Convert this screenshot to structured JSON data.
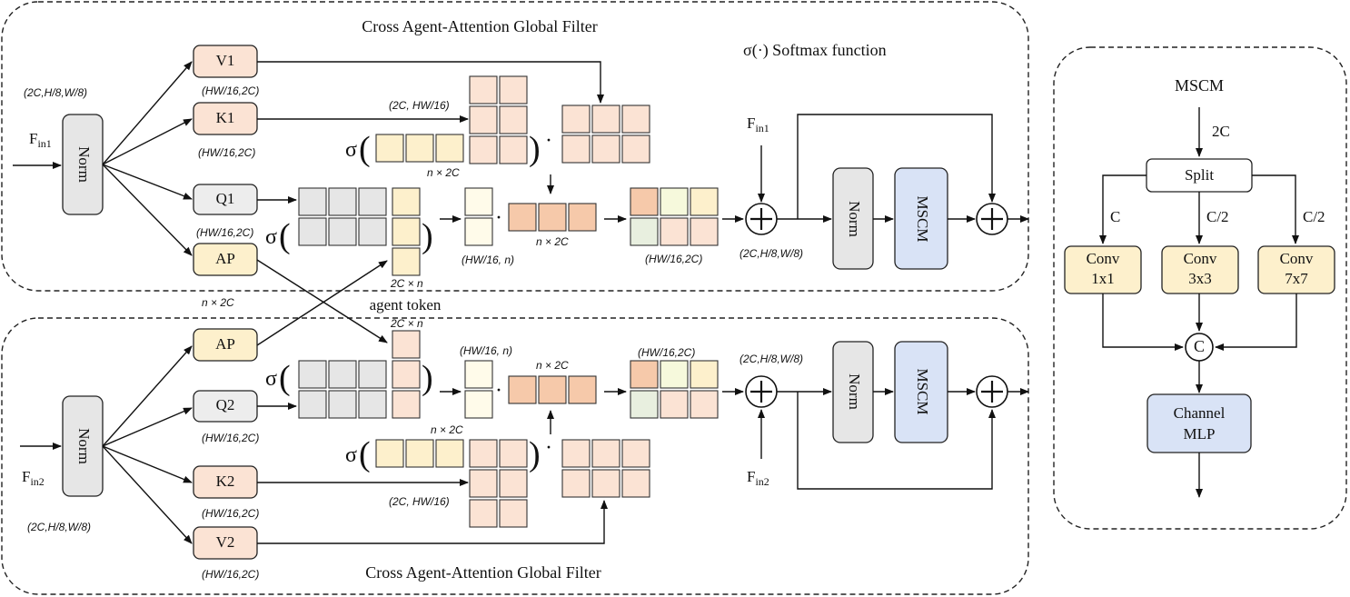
{
  "titles": {
    "top": "Cross Agent-Attention Global Filter",
    "bottom": "Cross Agent-Attention Global Filter",
    "mscm_panel": "MSCM",
    "legend": "σ(·)   Softmax function",
    "agent_token": "agent token"
  },
  "blocks": {
    "v1": "V1",
    "k1": "K1",
    "q1": "Q1",
    "ap1": "AP",
    "ap2": "AP",
    "q2": "Q2",
    "k2": "K2",
    "v2": "V2",
    "norm": "Norm",
    "mscm": "MSCM",
    "split": "Split",
    "conv1_a": "Conv",
    "conv1_b": "1x1",
    "conv3_a": "Conv",
    "conv3_b": "3x3",
    "conv7_a": "Conv",
    "conv7_b": "7x7",
    "concat": "C",
    "mlp_a": "Channel",
    "mlp_b": "MLP"
  },
  "symbols": {
    "sigma": "σ",
    "lparen": "(",
    "rparen": ")",
    "dot": "·",
    "plus": "+"
  },
  "inputs": {
    "fin1_main": "F",
    "fin1_sub": "in1",
    "fin2_main": "F",
    "fin2_sub": "in2"
  },
  "dims": {
    "input1": "(2C,H/8,W/8)",
    "input2": "(2C,H/8,W/8)",
    "v1": "(HW/16,2C)",
    "k1": "(HW/16,2C)",
    "q1": "(HW/16,2C)",
    "ap1": "n × 2C",
    "k1t": "(2C, HW/16)",
    "n2c_top": "n × 2C",
    "agent_top": "2C × n",
    "hwn_top": "(HW/16, n)",
    "n2c_mid_top": "n × 2C",
    "out_top": "(HW/16,2C)",
    "res_top": "(2C,H/8,W/8)",
    "agent_bot": "2C × n",
    "hwn_bot": "(HW/16, n)",
    "n2c_mid_bot": "n × 2C",
    "out_bot": "(HW/16,2C)",
    "res_bot": "(2C,H/8,W/8)",
    "q2": "(HW/16,2C)",
    "n2c_bot": "n × 2C",
    "k2t": "(2C, HW/16)",
    "k2": "(HW/16,2C)",
    "v2": "(HW/16,2C)"
  },
  "mscm_channels": {
    "in": "2C",
    "branch1": "C",
    "branch2": "C/2",
    "branch3": "C/2"
  },
  "colors": {
    "v_fill": "#fbe3d4",
    "k_fill": "#fbe3d4",
    "q_fill": "#ededed",
    "ap_fill": "#fdf0cc",
    "norm_fill": "#e6e6e6",
    "mscm_fill": "#d9e3f6",
    "conv_fill": "#fdf0cc",
    "mlp_fill": "#d9e3f6",
    "cell_light": "#fdf0cc",
    "cell_pink": "#fbe3d4",
    "cell_gray": "#e6e6e6",
    "cell_orange": "#f6c9aa",
    "cell_pale": "#fffbea",
    "cell_yellowgreen": "#f6f9dc",
    "cell_green": "#e8efdf"
  }
}
